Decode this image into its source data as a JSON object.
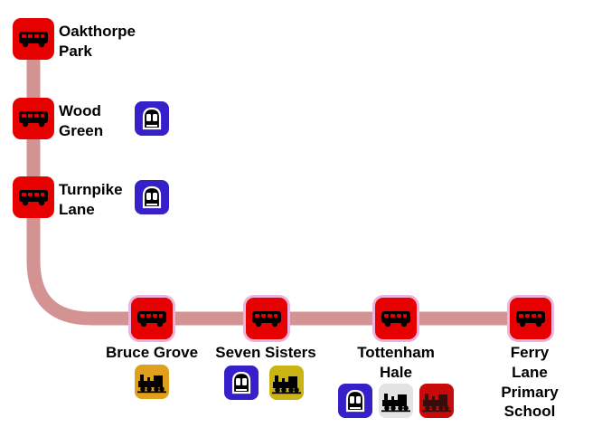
{
  "diagram": {
    "type": "bus-route-diagram",
    "colors": {
      "route_line": "#d49393",
      "stop_red": "#e60000",
      "stop_halo_pink": "#edb3dc",
      "underground_blue": "#3520c9",
      "rail_orange": "#dfa11b",
      "rail_yellow": "#c9b414",
      "rail_gray": "#e3e3e3",
      "rail_red": "#c80a0a"
    },
    "stops": [
      {
        "name": "Oakthorpe Park",
        "label": "Oakthorpe\nPark",
        "interchanges": []
      },
      {
        "name": "Wood Green",
        "label": "Wood\nGreen",
        "interchanges": [
          "underground"
        ]
      },
      {
        "name": "Turnpike Lane",
        "label": "Turnpike\nLane",
        "interchanges": [
          "underground"
        ]
      },
      {
        "name": "Bruce Grove",
        "label": "Bruce Grove",
        "interchanges": [
          "rail-orange"
        ]
      },
      {
        "name": "Seven Sisters",
        "label": "Seven Sisters",
        "interchanges": [
          "underground",
          "rail-yellow"
        ]
      },
      {
        "name": "Tottenham Hale",
        "label": "Tottenham\nHale",
        "interchanges": [
          "underground",
          "rail-gray",
          "rail-red"
        ]
      },
      {
        "name": "Ferry Lane Primary School",
        "label": "Ferry Lane\nPrimary School",
        "interchanges": []
      }
    ]
  }
}
